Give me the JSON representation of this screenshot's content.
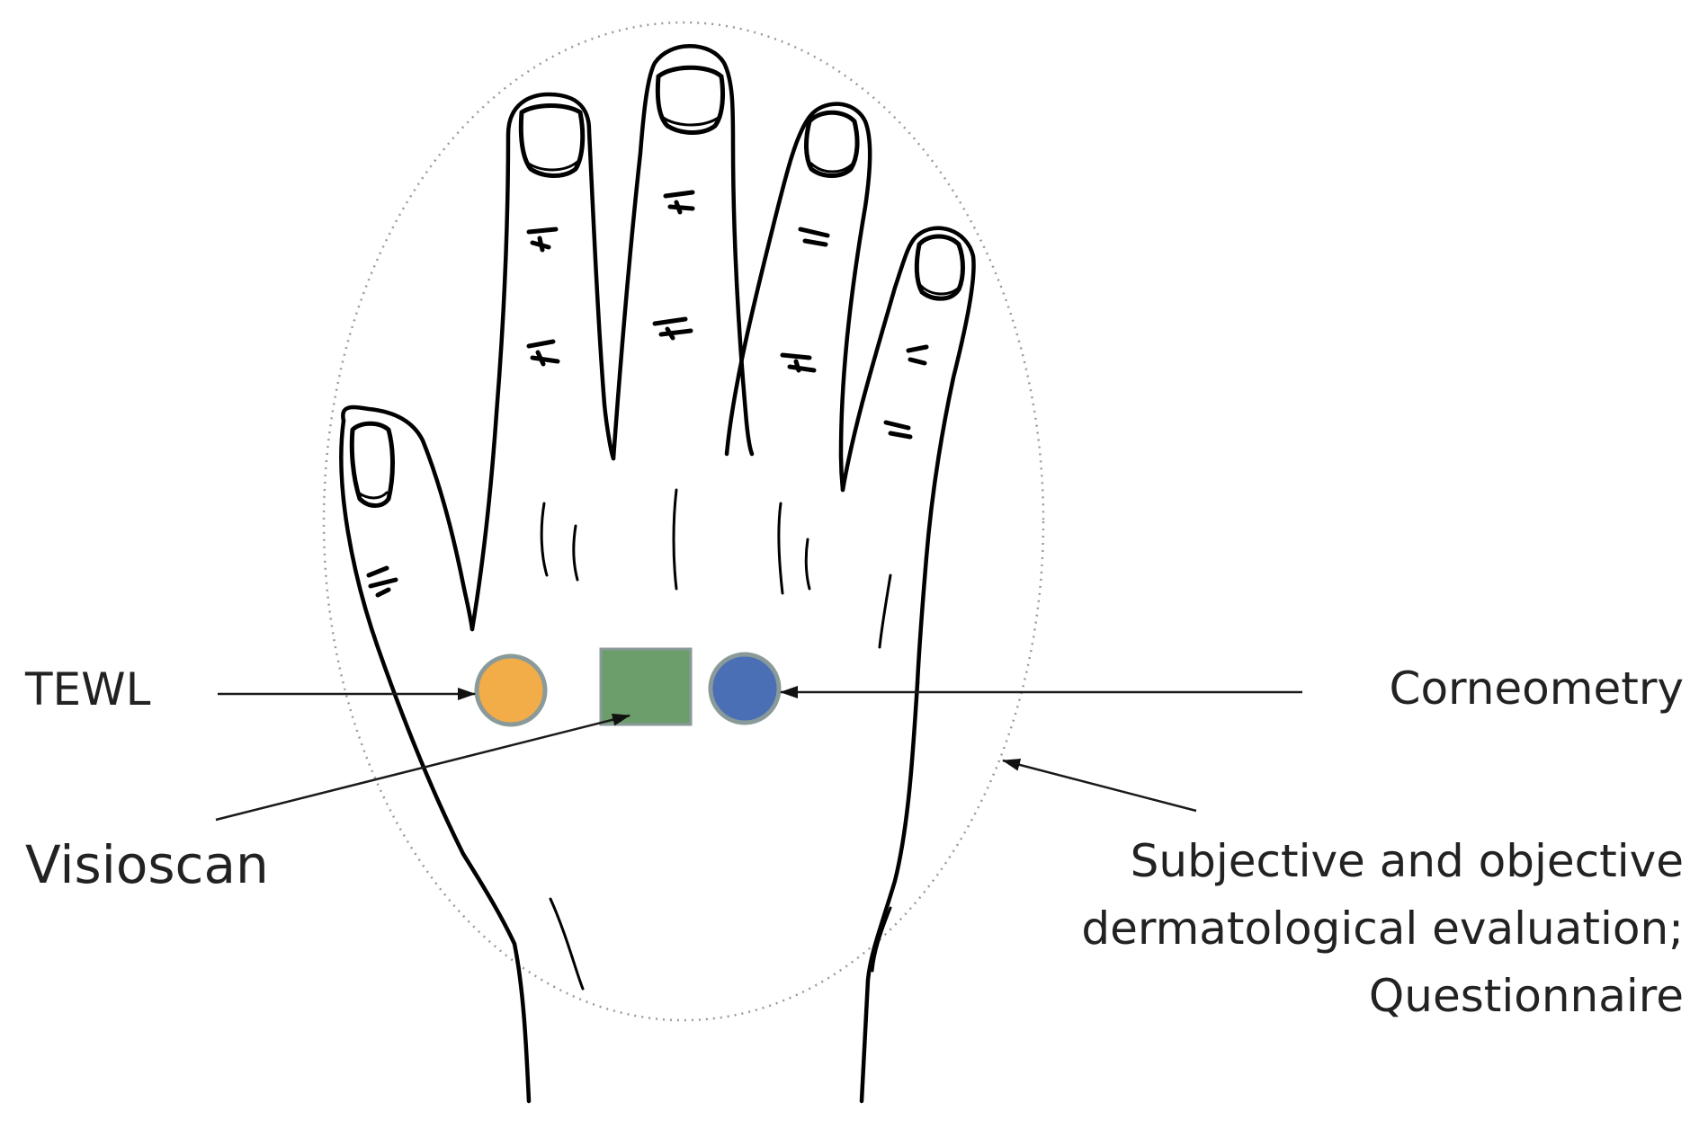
{
  "labels": {
    "tewl": "TEWL",
    "visioscan": "Visioscan",
    "corneometry": "Corneometry",
    "evaluation_line1": "Subjective and objective",
    "evaluation_line2": "dermatological evaluation;",
    "evaluation_line3": "Questionnaire"
  },
  "colors": {
    "tewl_marker": "#f2ac48",
    "visioscan_marker": "#6c9e6c",
    "corneometry_marker": "#4a6fb5",
    "marker_outline": "#8a9a9a",
    "ellipse_outline": "#9a9a9a"
  }
}
